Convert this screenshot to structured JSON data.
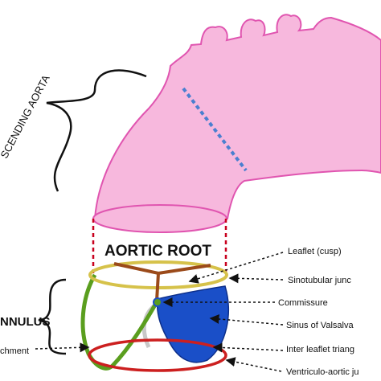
{
  "labels": {
    "ascending_aorta": "SCENDING AORTA",
    "aortic_root": "AORTIC ROOT",
    "annulus": "NNULUS",
    "attachment": "chment",
    "leaflet": "Leaflet (cusp)",
    "sinotubular": "Sinotubular junc",
    "commissure": "Commissure",
    "sinus": "Sinus of Valsalva",
    "inter_leaflet": "Inter leaflet triang",
    "ventriculo": "Ventriculo-aortic ju"
  },
  "colors": {
    "aorta_fill": "#f7b8dd",
    "aorta_stroke": "#e055b0",
    "aortic_root_dash": "#c8001e",
    "stj_ring": "#d6c24a",
    "leaflet_lines": "#9b4a1a",
    "green_leaflet": "#5a9e1e",
    "blue_sinus": "#1a4fc8",
    "ventriculo_ring": "#cc1f1f",
    "dotted_line": "#4a7fd0"
  }
}
